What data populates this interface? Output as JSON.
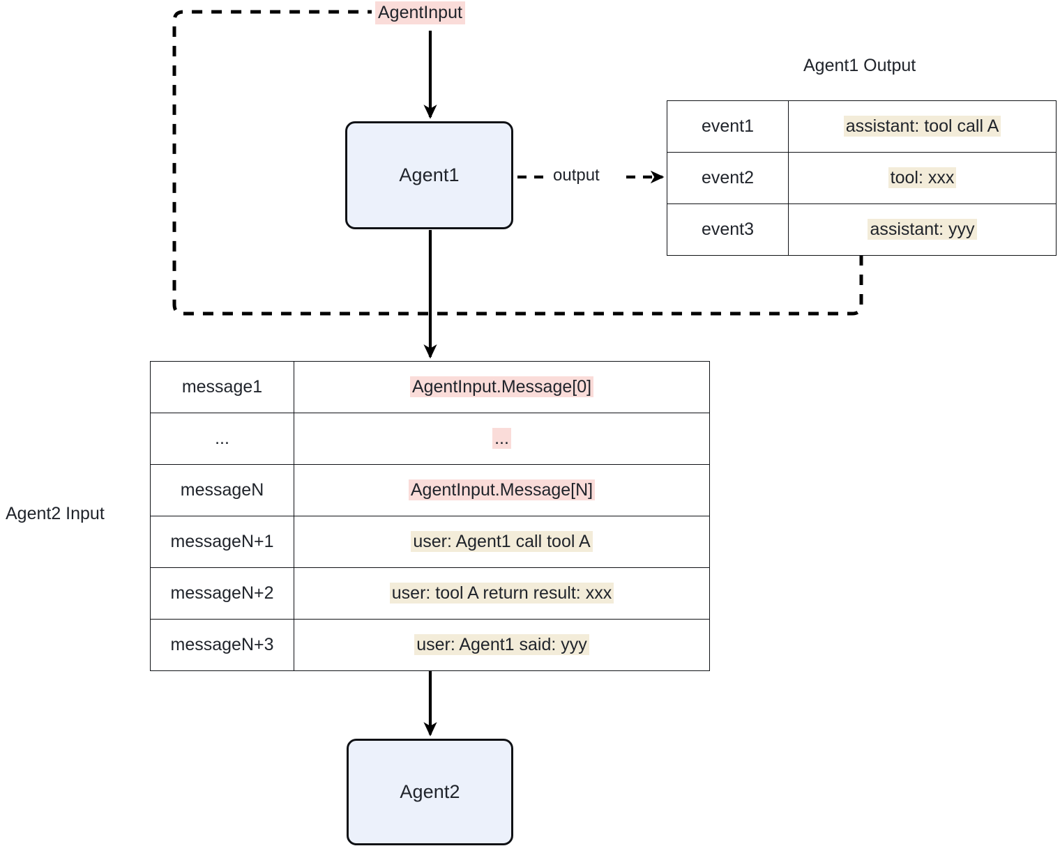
{
  "diagram": {
    "title_free_labels": {
      "agent_input": "AgentInput",
      "agent1_output": "Agent1 Output",
      "agent2_input": "Agent2 Input",
      "output_edge": "output"
    },
    "nodes": {
      "agent1": "Agent1",
      "agent2": "Agent2"
    },
    "agent1_output_table": {
      "rows": [
        {
          "key": "event1",
          "value": "assistant: tool call A",
          "highlight": "beige"
        },
        {
          "key": "event2",
          "value": "tool: xxx",
          "highlight": "beige"
        },
        {
          "key": "event3",
          "value": "assistant: yyy",
          "highlight": "beige"
        }
      ]
    },
    "agent2_input_table": {
      "rows": [
        {
          "key": "message1",
          "value": "AgentInput.Message[0]",
          "highlight": "pink"
        },
        {
          "key": "...",
          "value": "...",
          "highlight": "pink"
        },
        {
          "key": "messageN",
          "value": "AgentInput.Message[N]",
          "highlight": "pink"
        },
        {
          "key": "messageN+1",
          "value": "user: Agent1 call tool A",
          "highlight": "beige"
        },
        {
          "key": "messageN+2",
          "value": "user: tool A return result: xxx",
          "highlight": "beige"
        },
        {
          "key": "messageN+3",
          "value": "user: Agent1 said: yyy",
          "highlight": "beige"
        }
      ]
    },
    "colors": {
      "node_fill": "#ecf1fb",
      "node_border": "#0f1115",
      "pink_highlight": "#fadcd9",
      "beige_highlight": "#f3ecd9",
      "edge": "#000000",
      "background": "#ffffff"
    }
  }
}
